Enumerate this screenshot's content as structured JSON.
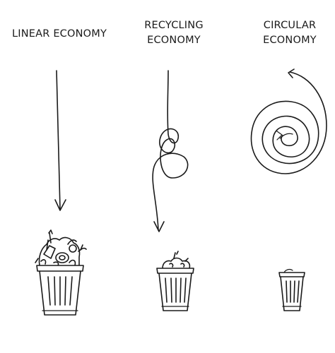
{
  "columns": [
    {
      "id": "linear",
      "title_lines": [
        "LINEAR ECONOMY"
      ]
    },
    {
      "id": "recycling",
      "title_lines": [
        "RECYCLING",
        "ECONOMY"
      ]
    },
    {
      "id": "circular",
      "title_lines": [
        "CIRCULAR",
        "ECONOMY"
      ]
    }
  ],
  "colors": {
    "ink": "#1a1a1a",
    "background": "#ffffff"
  },
  "icons": {
    "linear_bin": "overflowing-trash-bin-icon",
    "recycling_bin": "half-full-trash-bin-icon",
    "circular_bin": "nearly-empty-trash-bin-icon"
  }
}
